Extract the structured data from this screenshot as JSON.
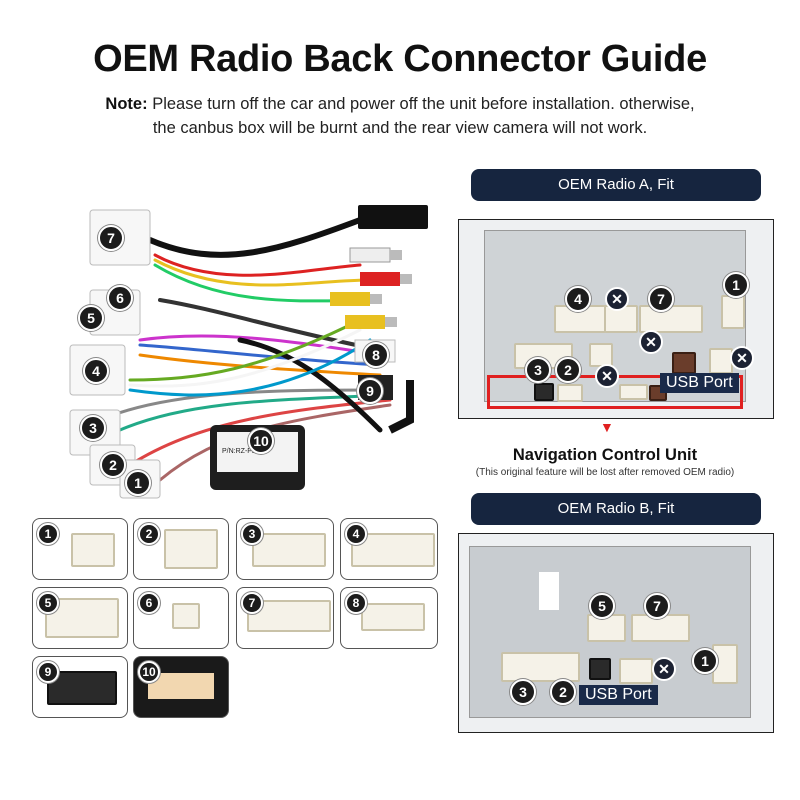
{
  "header": {
    "title": "OEM Radio Back Connector Guide",
    "note_label": "Note:",
    "note_line1": "Please turn off the car and power off the unit before installation. otherwise,",
    "note_line2": "the canbus box will be burnt and the rear view camera will not work."
  },
  "radio_a": {
    "pill": "OEM Radio A, Fit",
    "usb_label": "USB Port",
    "badges": [
      "1",
      "4",
      "7",
      "3",
      "2"
    ],
    "nav_title": "Navigation Control Unit",
    "nav_sub": "(This original feature will be lost after removed OEM radio)"
  },
  "radio_b": {
    "pill": "OEM Radio B, Fit",
    "usb_label": "USB Port",
    "badges": [
      "5",
      "7",
      "1",
      "3",
      "2"
    ]
  },
  "harness": {
    "labels": [
      "7",
      "6",
      "5",
      "4",
      "3",
      "2",
      "1",
      "8",
      "9",
      "10"
    ],
    "box_text": "P/N:RZ-F1024"
  },
  "tiles": [
    "1",
    "2",
    "3",
    "4",
    "5",
    "6",
    "7",
    "8",
    "9",
    "10"
  ],
  "colors": {
    "pill_bg": "#16253f",
    "highlight_red": "#e02020",
    "usb_bg": "#1a2a49"
  }
}
